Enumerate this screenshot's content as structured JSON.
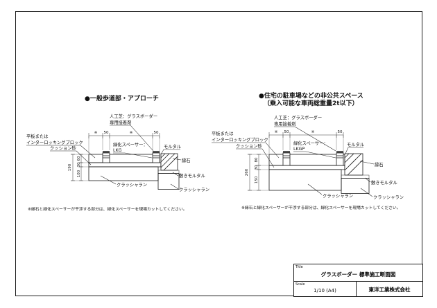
{
  "drawing": {
    "colors": {
      "background": "#ffffff",
      "line": "#1a1a1a"
    },
    "diagrams": [
      {
        "heading": "●一般歩道部・アプローチ",
        "heading2": "",
        "turf1": "人工芝：グラスボーダー",
        "turf2": "専用接着剤",
        "block1": "平板または",
        "block2": "インターロッキングブロック",
        "cushion": "クッション砂",
        "spacer1": "緑化スペーサー：",
        "spacer2": "LKG",
        "mortar": "モルタル",
        "curb": "縁石",
        "bed_mortar": "敷きモルタル",
        "crusher_curb": "クラッシャラン",
        "crusher_main": "クラッシャラン",
        "dim_top": [
          "※",
          "50",
          "※",
          "50"
        ],
        "dim_total": "190",
        "dim_layers": [
          "60",
          "30",
          "100"
        ],
        "note": "※縁石と緑化スペーサーが干渉する部分は、緑化スペーサーを現場カットしてください。"
      },
      {
        "heading": "●住宅の駐車場などの非公共スペース",
        "heading2": "（乗入可能な車両総重量2t以下）",
        "turf1": "人工芝：グラスボーダー",
        "turf2": "専用接着剤",
        "block1": "平板または",
        "block2": "インターロッキングブロック",
        "cushion": "クッション砂",
        "spacer1": "緑化スペーサー：",
        "spacer2": "LKGP",
        "mortar": "モルタル",
        "curb": "縁石",
        "bed_mortar": "敷きモルタル",
        "crusher_curb": "クラッシャラン",
        "crusher_main": "クラッシャラン",
        "dim_top": [
          "※",
          "50",
          "※",
          "50"
        ],
        "dim_total": "260",
        "dim_layers": [
          "80",
          "30",
          "150"
        ],
        "note": "※縁石と緑化スペーサーが干渉する部分は、緑化スペーサーを現場カットしてください。"
      }
    ],
    "title_block": {
      "title_label": "Title",
      "title": "グラスボーダー 標準施工断面図",
      "scale_label": "Scale",
      "scale": "1/10 (A4)",
      "company": "東洋工業株式会社"
    }
  }
}
